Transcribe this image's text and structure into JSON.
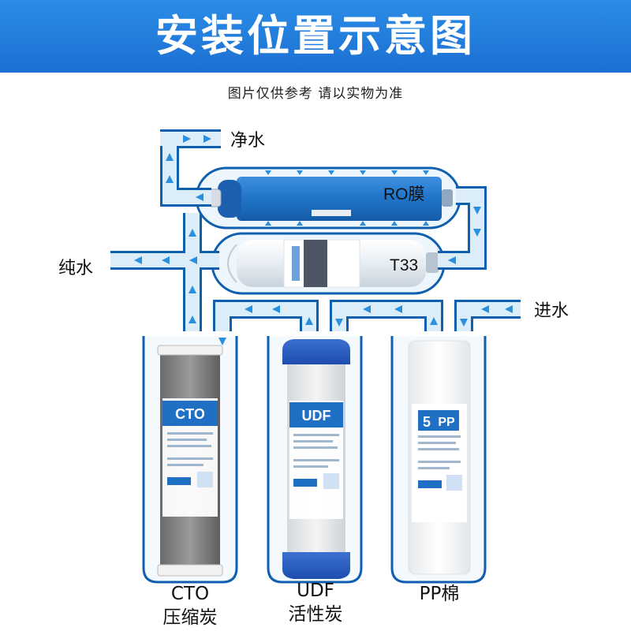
{
  "header": {
    "title": "安装位置示意图"
  },
  "subtitle": "图片仅供参考 请以实物为准",
  "labels": {
    "pure_water_top": "净水",
    "pure_water_left": "纯水",
    "inlet": "进水",
    "ro": "RO膜",
    "t33": "T33"
  },
  "filters": {
    "cto": {
      "badge": "CTO",
      "caption_line1": "CTO",
      "caption_line2": "压缩炭"
    },
    "udf": {
      "badge": "UDF",
      "caption_line1": "UDF",
      "caption_line2": "活性炭"
    },
    "pp": {
      "badge_num": "5",
      "badge": "PP",
      "caption_line1": "PP棉"
    }
  },
  "colors": {
    "banner": "#2a8de6",
    "pipe": "#d8ecfa",
    "pipe_edge": "#0f5fb0",
    "arrow": "#2a8fdc",
    "ro_membrane": "#1f74c8"
  }
}
